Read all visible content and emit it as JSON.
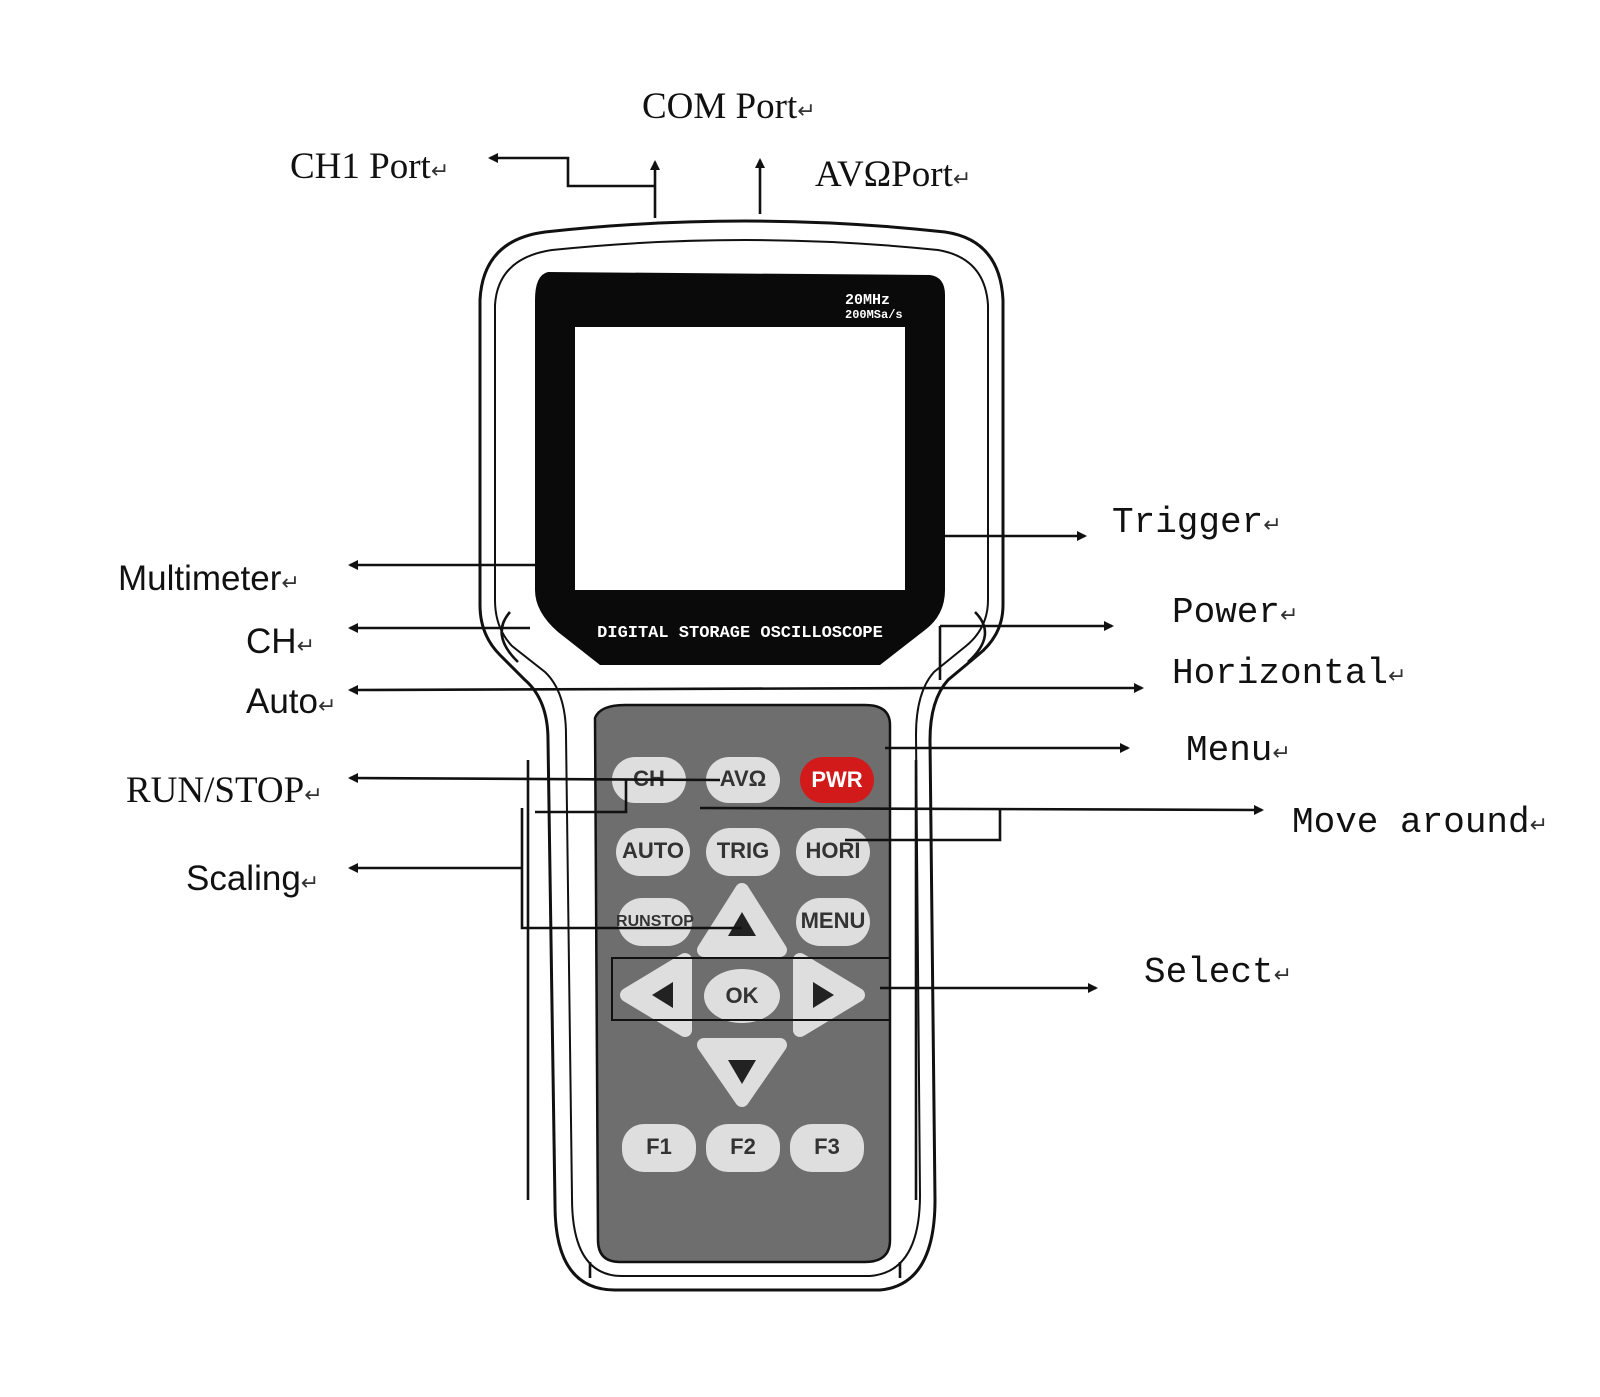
{
  "device": {
    "spec_line1": "20MHz",
    "spec_line2": "200MSa/s",
    "model_caption": "DIGITAL STORAGE OSCILLOSCOPE"
  },
  "keys": {
    "ch": "CH",
    "avo": "AVΩ",
    "pwr": "PWR",
    "auto": "AUTO",
    "trig": "TRIG",
    "hori": "HORI",
    "runstop": "RUNSTOP",
    "menu": "MENU",
    "ok": "OK",
    "f1": "F1",
    "f2": "F2",
    "f3": "F3"
  },
  "callouts": {
    "com_port": "COM Port",
    "ch1_port": "CH1 Port",
    "avo_port": "AVΩPort",
    "trigger": "Trigger",
    "multimeter": "Multimeter",
    "ch": "CH",
    "power": "Power",
    "horizontal": "Horizontal",
    "auto": "Auto",
    "menu": "Menu",
    "run_stop": "RUN/STOP",
    "move_around": "Move around",
    "scaling": "Scaling",
    "select": "Select"
  },
  "return_mark": "↵",
  "colors": {
    "pwr_key": "#d21a1a",
    "keypad": "#6e6e6e",
    "key": "#dedede",
    "screen_bezel": "#0a0a0a"
  }
}
